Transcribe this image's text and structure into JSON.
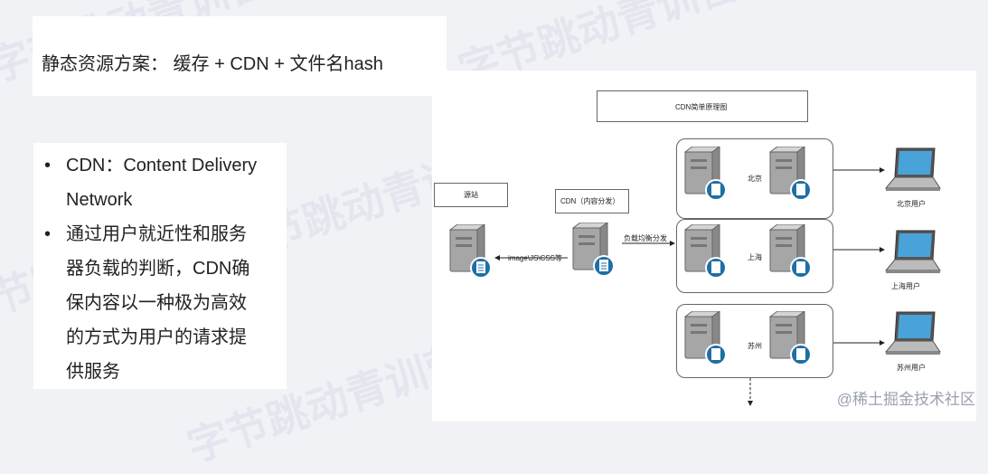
{
  "watermark": {
    "text": "字节跳动青训营"
  },
  "title_card": {
    "text": "静态资源方案： 缓存 + CDN + 文件名hash"
  },
  "bullets": [
    {
      "marker": "•",
      "lines": [
        "CDN：Content Delivery",
        "Network"
      ]
    },
    {
      "marker": "•",
      "lines": [
        "通过用户就近性和服务",
        "器负载的判断，CDN确",
        "保内容以一种极为高效",
        "的方式为用户的请求提",
        "供服务"
      ]
    }
  ],
  "diagram": {
    "title": "CDN简单原理图",
    "origin_label": "源站",
    "cdn_label": "CDN（内容分发）",
    "arrow_left_label": "image\\JS\\CSS等",
    "arrow_right_label": "负载均衡分发",
    "regions": [
      {
        "city": "北京",
        "user": "北京用户"
      },
      {
        "city": "上海",
        "user": "上海用户"
      },
      {
        "city": "苏州",
        "user": "苏州用户"
      }
    ]
  },
  "logo": {
    "text": "@稀土掘金技术社区"
  }
}
